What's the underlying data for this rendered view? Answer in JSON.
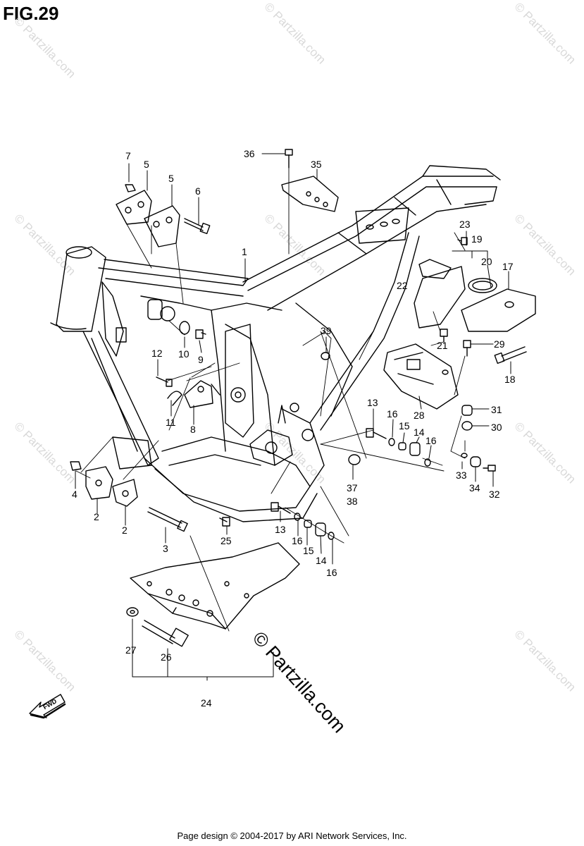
{
  "title": "FIG.29",
  "footer": "Page design © 2004-2017 by ARI Network Services, Inc.",
  "watermark_text": "© Partzilla.com",
  "center_watermark": "© Partzilla.com",
  "fwd_label": "FWD",
  "callouts": {
    "c1": "1",
    "c2a": "2",
    "c2b": "2",
    "c3": "3",
    "c4": "4",
    "c5a": "5",
    "c5b": "5",
    "c6": "6",
    "c7": "7",
    "c8": "8",
    "c9": "9",
    "c10": "10",
    "c11": "11",
    "c12": "12",
    "c13a": "13",
    "c13b": "13",
    "c14a": "14",
    "c14b": "14",
    "c15a": "15",
    "c15b": "15",
    "c16a": "16",
    "c16b": "16",
    "c16c": "16",
    "c16d": "16",
    "c17": "17",
    "c18": "18",
    "c19": "19",
    "c20": "20",
    "c21": "21",
    "c22": "22",
    "c23": "23",
    "c24": "24",
    "c25": "25",
    "c26": "26",
    "c27": "27",
    "c28": "28",
    "c29": "29",
    "c30": "30",
    "c31": "31",
    "c32": "32",
    "c33": "33",
    "c34": "34",
    "c35": "35",
    "c36": "36",
    "c37": "37",
    "c38": "38",
    "c39": "39"
  }
}
